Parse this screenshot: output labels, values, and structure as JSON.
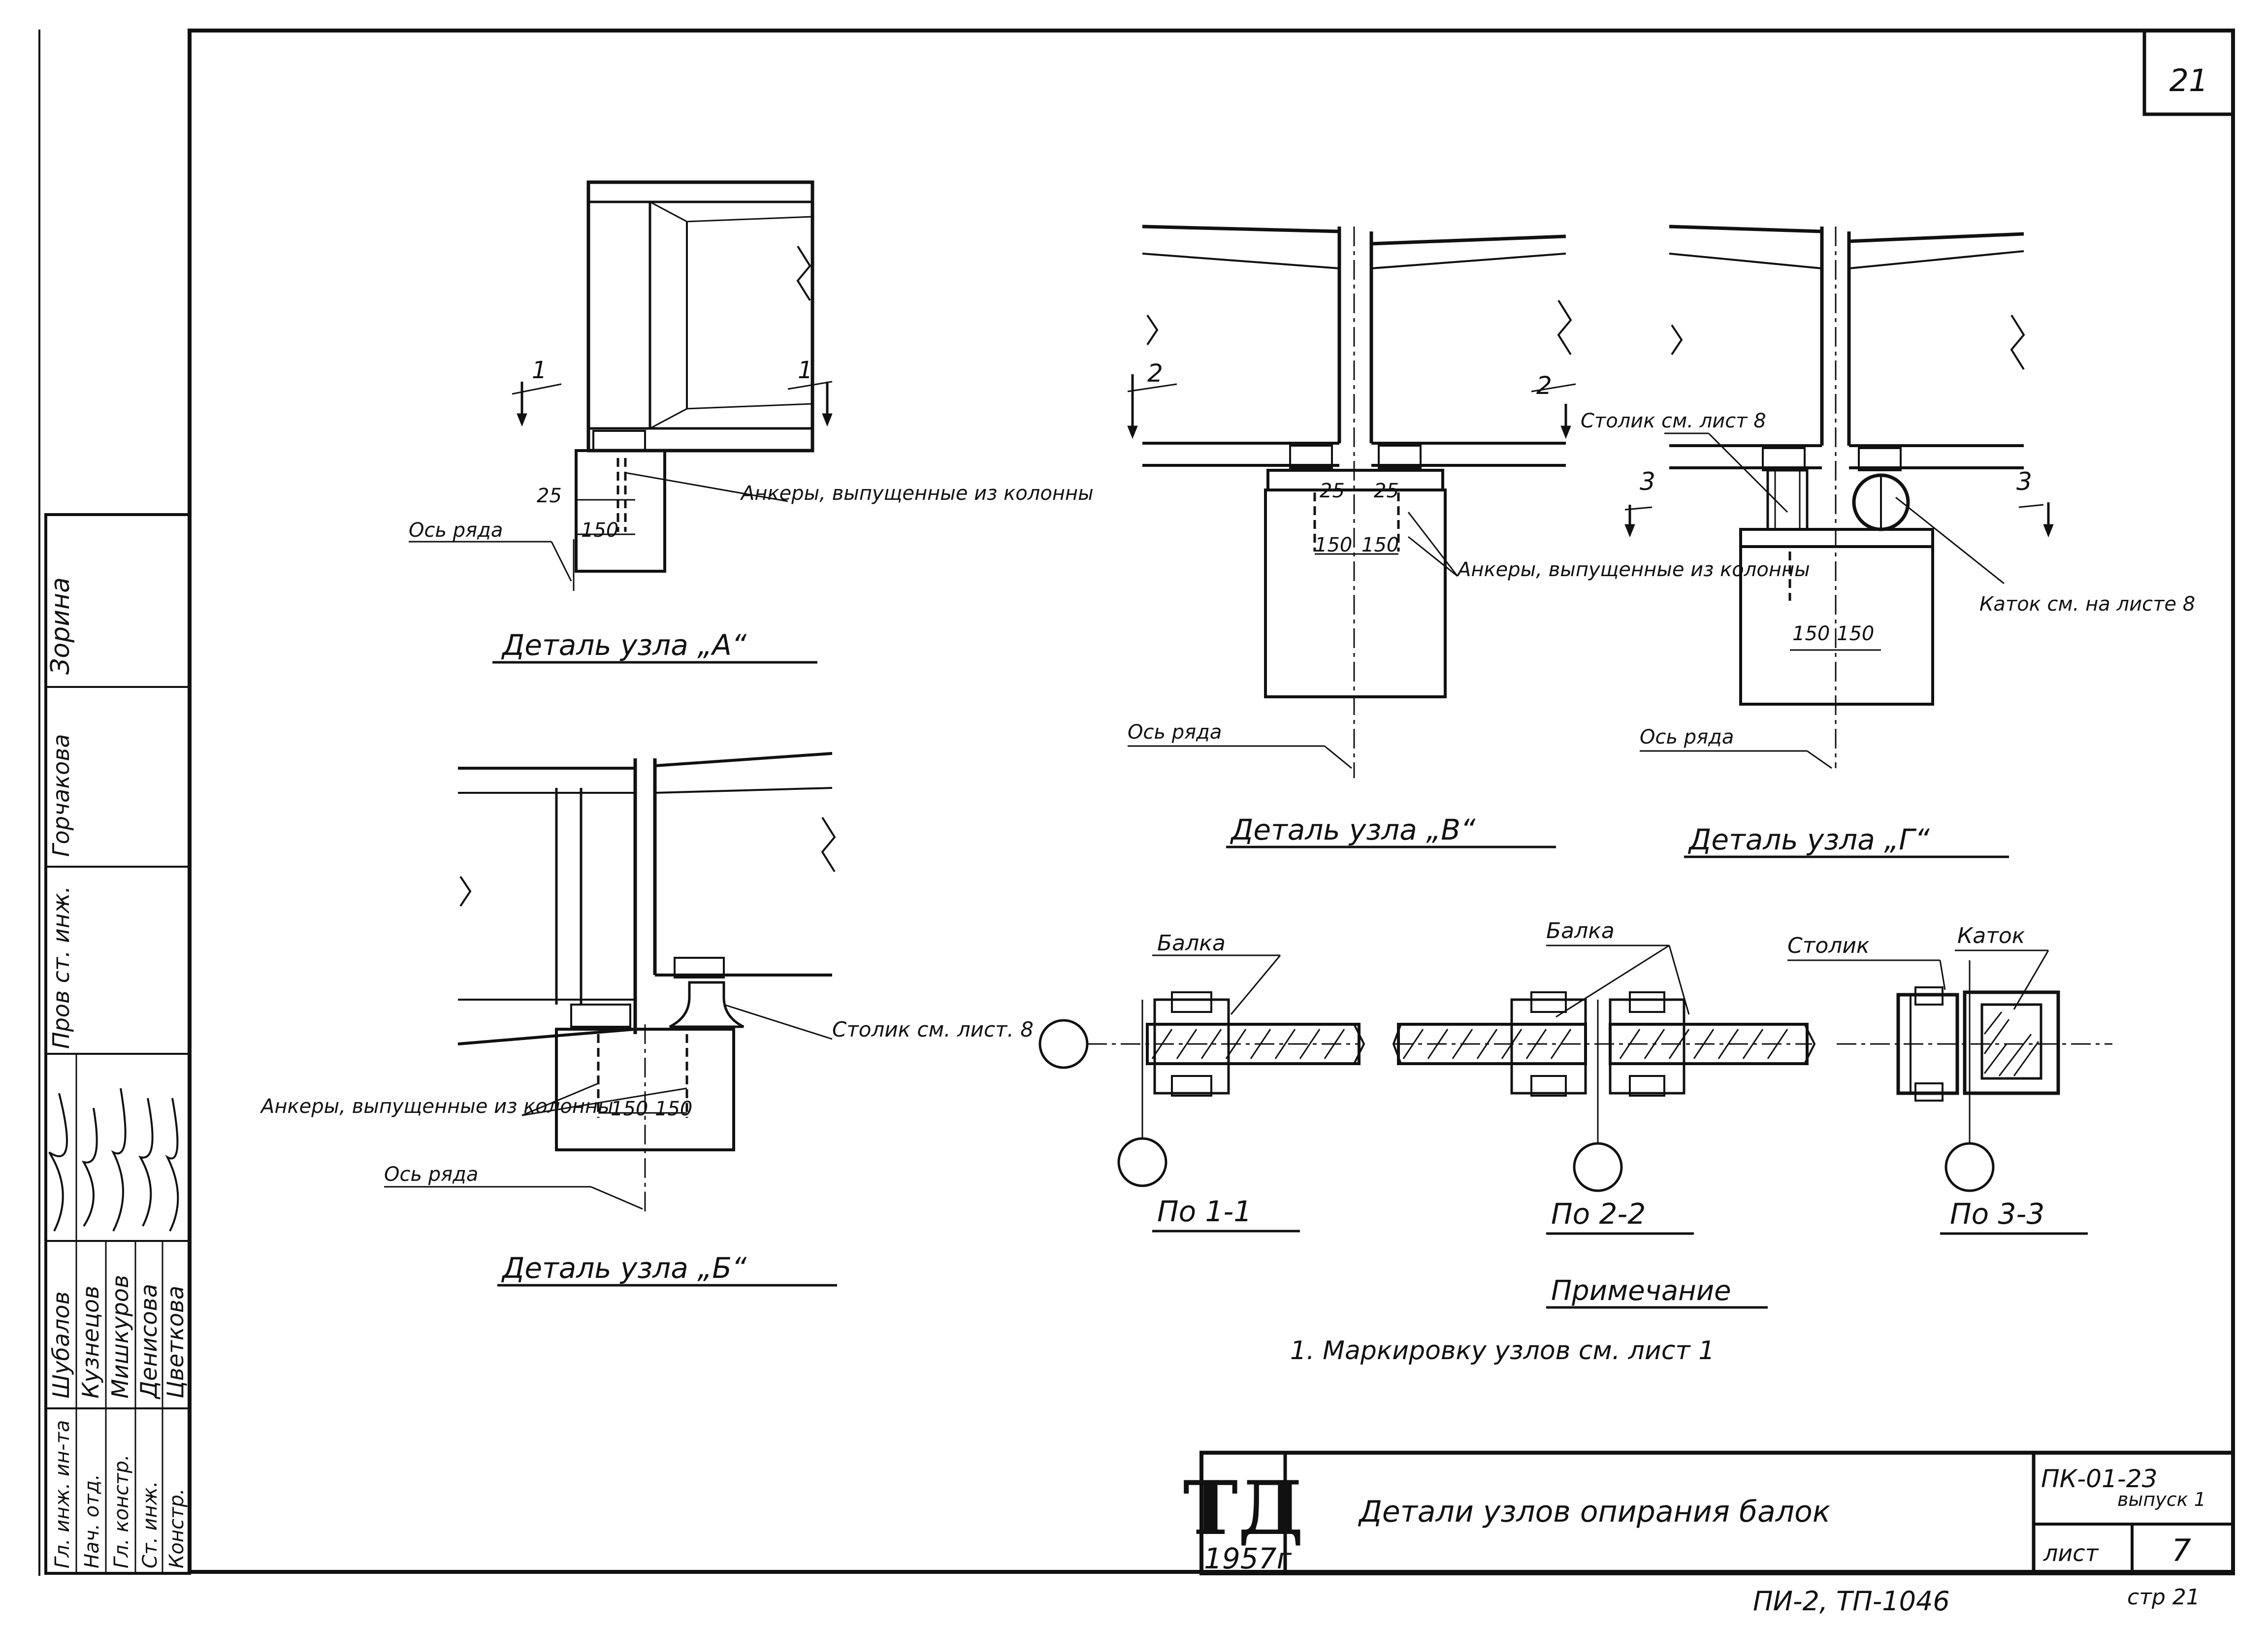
{
  "sheet": {
    "corner_number": "21",
    "bottom_left_codes": "ПИ-2, ТП-1046",
    "bottom_right_page": "стр 21"
  },
  "details": {
    "a": {
      "title": "Деталь узла „А“",
      "section": "1",
      "anchors": "Анкеры, выпущенные из колонны",
      "axis": "Ось ряда",
      "dim_25": "25",
      "dim_150": "150"
    },
    "b": {
      "title": "Деталь узла „Б“",
      "anchors": "Анкеры, выпущенные из колонны",
      "table": "Столик см. лист. 8",
      "axis": "Ось ряда",
      "dim_150a": "150",
      "dim_150b": "150"
    },
    "v": {
      "title": "Деталь узла „В“",
      "section": "2",
      "anchors": "Анкеры, выпущенные из колонны",
      "axis": "Ось ряда",
      "dim_25a": "25",
      "dim_25b": "25",
      "dim_150a": "150",
      "dim_150b": "150"
    },
    "g": {
      "title": "Деталь узла „Г“",
      "section": "3",
      "table": "Столик см. лист 8",
      "roller": "Каток см. на листе 8",
      "axis": "Ось ряда",
      "dim_150a": "150",
      "dim_150b": "150"
    }
  },
  "sections": {
    "s11": {
      "title": "По 1-1",
      "beam": "Балка"
    },
    "s22": {
      "title": "По 2-2",
      "beam": "Балка"
    },
    "s33": {
      "title": "По 3-3",
      "table": "Столик",
      "roller": "Каток"
    }
  },
  "note": {
    "heading": "Примечание",
    "text": "1. Маркировку узлов см. лист 1"
  },
  "title_block": {
    "logo": "ТД",
    "year": "1957г",
    "title": "Детали узлов опирания балок",
    "code": "ПК-01-23",
    "issue": "выпуск 1",
    "sheet_label": "лист",
    "sheet_no": "7"
  },
  "signatures": [
    {
      "role": "Гл. инж. ин-та",
      "name": "Шубалов"
    },
    {
      "role": "Нач. отд.",
      "name": "Кузнецов"
    },
    {
      "role": "Гл. констр.",
      "name": "Мишкуров"
    },
    {
      "role": "Ст. инж.",
      "name": "Денисова"
    },
    {
      "role": "Констр.",
      "name": "Цветкова"
    }
  ],
  "side_stamp": {
    "checked_role": "Пров ст. инж.",
    "checked_name": "Горчакова",
    "extra": "Зорина"
  }
}
